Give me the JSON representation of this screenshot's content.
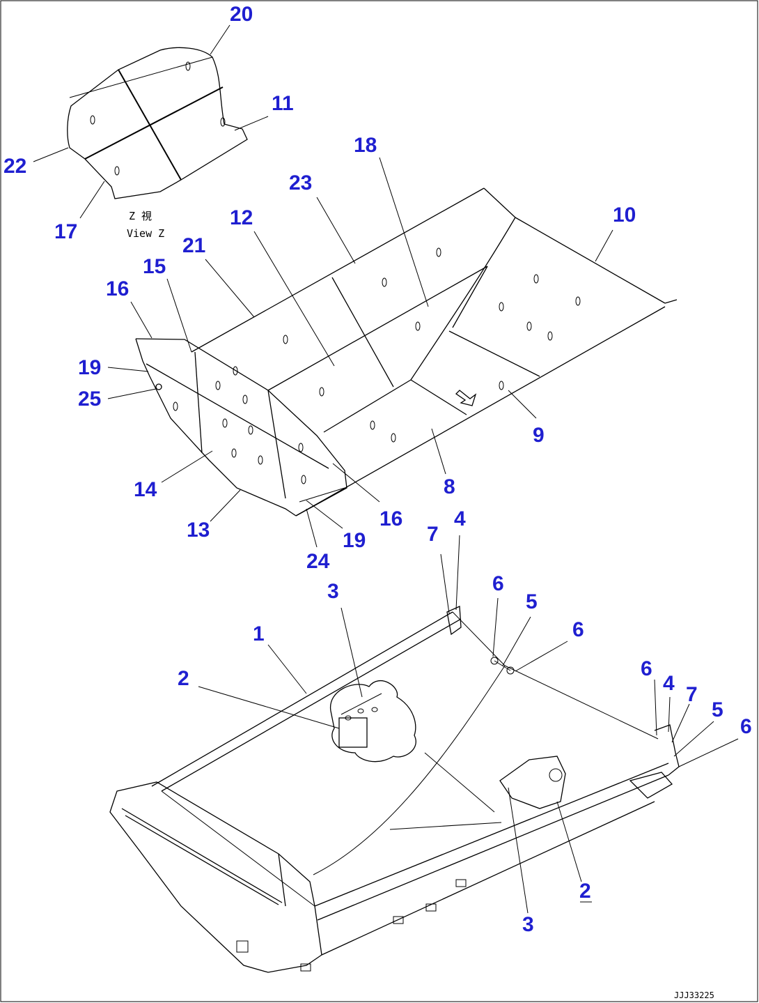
{
  "view_label": {
    "jp": "Z 視",
    "en": "View Z"
  },
  "drawing_code": "JJJ33225",
  "callouts": {
    "c1": "1",
    "c2a": "2",
    "c2b": "2",
    "c3a": "3",
    "c3b": "3",
    "c4a": "4",
    "c4b": "4",
    "c5a": "5",
    "c5b": "5",
    "c6a": "6",
    "c6b": "6",
    "c6c": "6",
    "c6d": "6",
    "c7a": "7",
    "c7b": "7",
    "c8": "8",
    "c9": "9",
    "c10": "10",
    "c11": "11",
    "c12": "12",
    "c13": "13",
    "c14": "14",
    "c15": "15",
    "c16a": "16",
    "c16b": "16",
    "c17": "17",
    "c18": "18",
    "c19a": "19",
    "c19b": "19",
    "c20": "20",
    "c21": "21",
    "c22": "22",
    "c23": "23",
    "c24": "24",
    "c25": "25"
  },
  "colors": {
    "callout": "#1f1fd0",
    "line": "#000000",
    "background": "#ffffff"
  }
}
